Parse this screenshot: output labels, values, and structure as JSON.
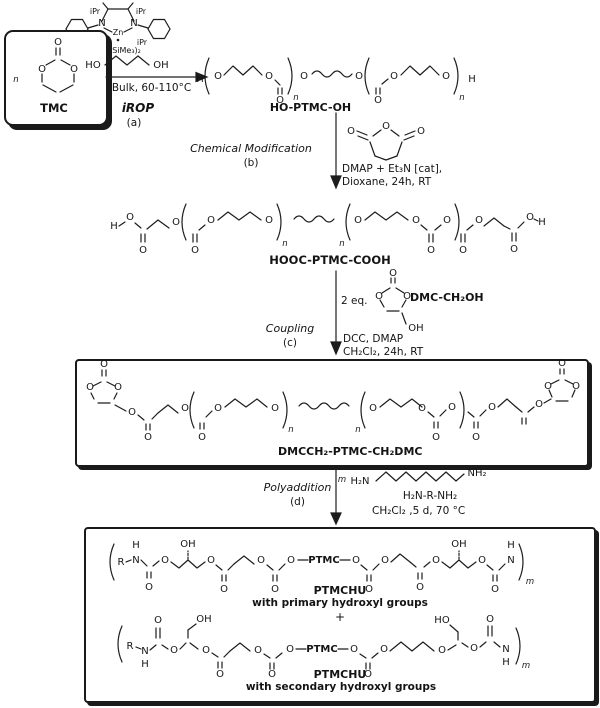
{
  "atoms": {
    "O": "O",
    "H": "H",
    "N": "N",
    "Zn": "Zn",
    "R": "R",
    "n": "n",
    "m": "m",
    "OH": "OH",
    "HO": "HO",
    "H2N": "H₂N",
    "NH2": "NH₂",
    "iPr": "iPr",
    "amide": "N(SiMe₃)₂",
    "PTMC": "PTMC"
  },
  "monomer": {
    "name": "TMC"
  },
  "step_a": {
    "diol_left": "HO",
    "diol_right": "OH",
    "conditions": "Bulk, 60-110°C",
    "method": "iROP",
    "tag": "(a)"
  },
  "product_1": {
    "name": "HO-PTMC-OH"
  },
  "step_b": {
    "name": "Chemical Modification",
    "tag": "(b)",
    "cond_line1": "DMAP + Et₃N [cat],",
    "cond_line2": "Dioxane, 24h, RT"
  },
  "product_2": {
    "name": "HOOC-PTMC-COOH"
  },
  "step_c": {
    "name": "Coupling",
    "tag": "(c)",
    "equivalents": "2 eq.",
    "reagent": "DMC-CH₂OH",
    "reagent_oh": "OH",
    "cond_line1": "DCC, DMAP",
    "cond_line2": "CH₂Cl₂, 24h, RT"
  },
  "product_3": {
    "name": "DMCCH₂-PTMC-CH₂DMC"
  },
  "step_d": {
    "name": "Polyaddition",
    "tag": "(d)",
    "stoich": "m",
    "amine_left": "H₂N",
    "amine_right": "NH₂",
    "reagent": "H₂N-R-NH₂",
    "cond_line1": "CH₂Cl₂ ,5 d, 70 °C"
  },
  "product_4a": {
    "name": "PTMCHU",
    "description": "with primary hydroxyl groups"
  },
  "plus_sign": "+",
  "product_4b": {
    "name": "PTMCHU",
    "description": "with secondary hydroxyl groups"
  }
}
